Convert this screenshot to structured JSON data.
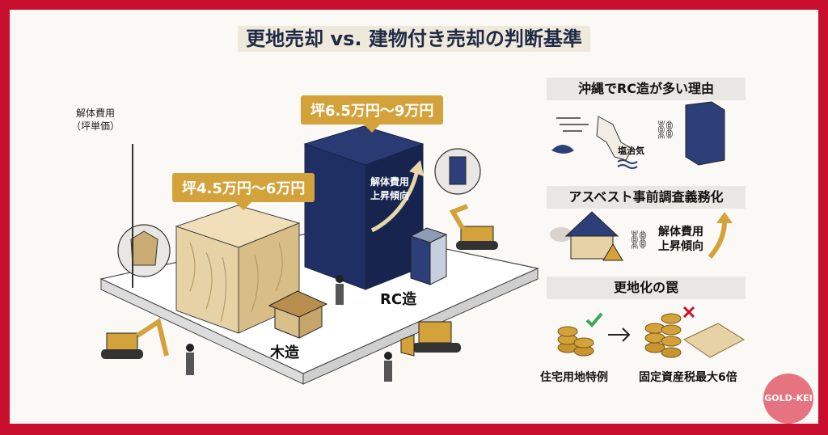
{
  "title": "更地売却 vs. 建物付き売却の判断基準",
  "axis_label_line1": "解体費用",
  "axis_label_line2": "（坪単価）",
  "wood": {
    "price": "坪4.5万円～6万円",
    "label": "木造"
  },
  "rc": {
    "price": "坪6.5万円～9万円",
    "label": "RC造",
    "arrow_text_line1": "解体費用",
    "arrow_text_line2": "上昇傾向"
  },
  "side": {
    "okinawa": {
      "heading": "沖縄でRC造が多い理由",
      "salt_label": "塩治気"
    },
    "asbestos": {
      "heading": "アスベスト事前調査義務化",
      "cost_line1": "解体費用",
      "cost_line2": "上昇傾向"
    },
    "trap": {
      "heading": "更地化の罠",
      "left_caption": "住宅用地特例",
      "right_caption": "固定資産税最大6倍"
    }
  },
  "logo_text": "GOLD-KEI",
  "colors": {
    "frame": "#c8102e",
    "navy": "#1f2f63",
    "gold": "#d4a23a",
    "wood": "#e7d2a6"
  }
}
